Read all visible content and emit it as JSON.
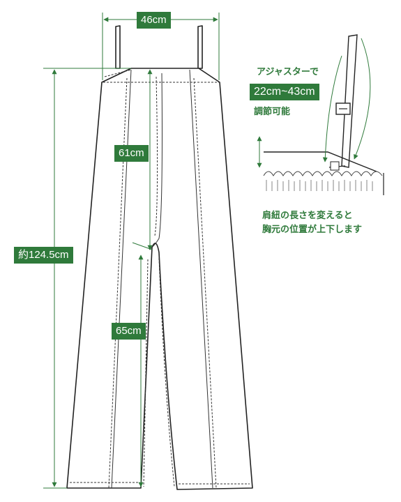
{
  "colors": {
    "accent": "#2f7a3b",
    "line": "#222222"
  },
  "measurements": {
    "width": "46cm",
    "total_length": "約124.5cm",
    "rise": "61cm",
    "inseam": "65cm",
    "strap_range": "22cm~43cm"
  },
  "notes": {
    "adjuster": "アジャスターで",
    "adjustable": "調節可能",
    "strap_line1": "肩紐の長さを変えると",
    "strap_line2": "胸元の位置が上下します"
  }
}
